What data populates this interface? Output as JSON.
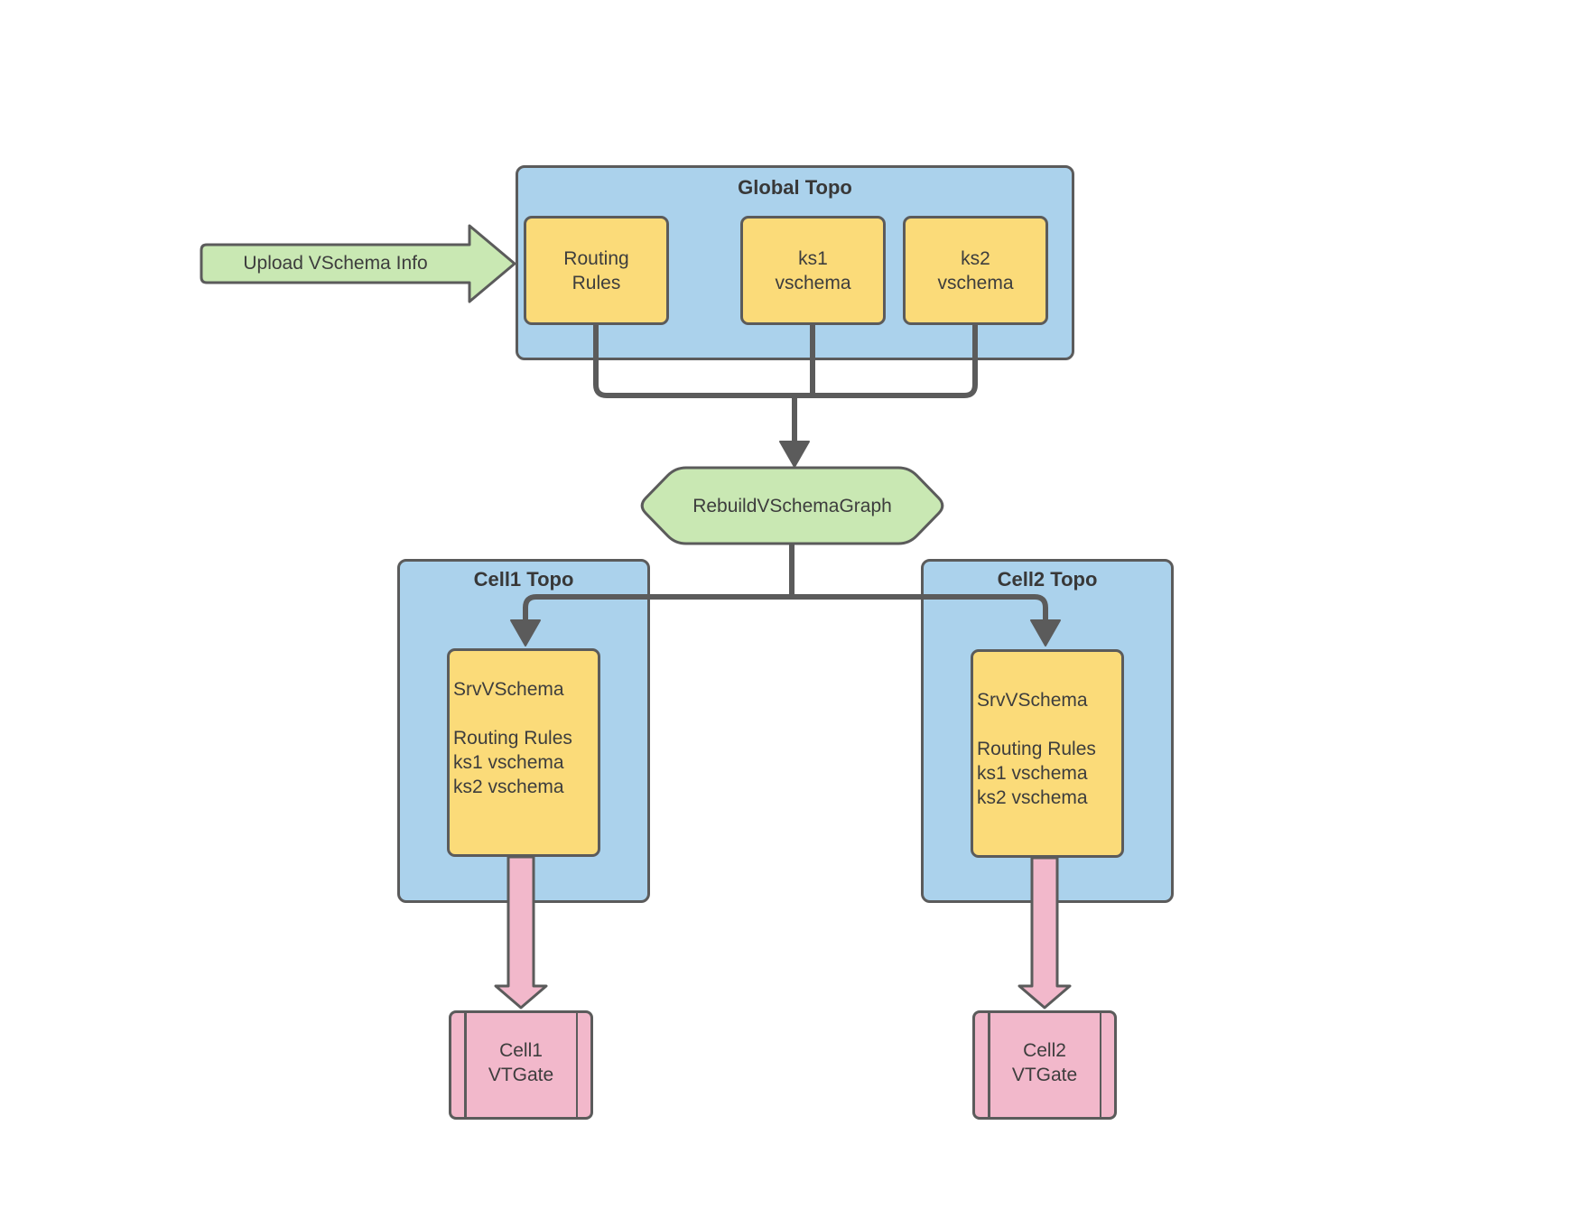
{
  "colors": {
    "container_fill": "#ABD2EC",
    "node_fill": "#FBDB79",
    "action_fill": "#C9E8B3",
    "vtgate_fill": "#F2B8CB",
    "line": "#5B5B5B",
    "text": "#3D3D3D"
  },
  "upload_arrow": {
    "label": "Upload VSchema Info"
  },
  "global_topo": {
    "title": "Global Topo",
    "boxes": [
      {
        "label": "Routing\nRules"
      },
      {
        "label": "ks1\nvschema"
      },
      {
        "label": "ks2\nvschema"
      }
    ]
  },
  "rebuild_step": {
    "label": "RebuildVSchemaGraph"
  },
  "cells": [
    {
      "title": "Cell1 Topo",
      "srv_box": "SrvVSchema\n\nRouting Rules\nks1 vschema\nks2 vschema",
      "vtgate": "Cell1\nVTGate"
    },
    {
      "title": "Cell2 Topo",
      "srv_box": "SrvVSchema\n\nRouting Rules\nks1 vschema\nks2 vschema",
      "vtgate": "Cell2\nVTGate"
    }
  ]
}
